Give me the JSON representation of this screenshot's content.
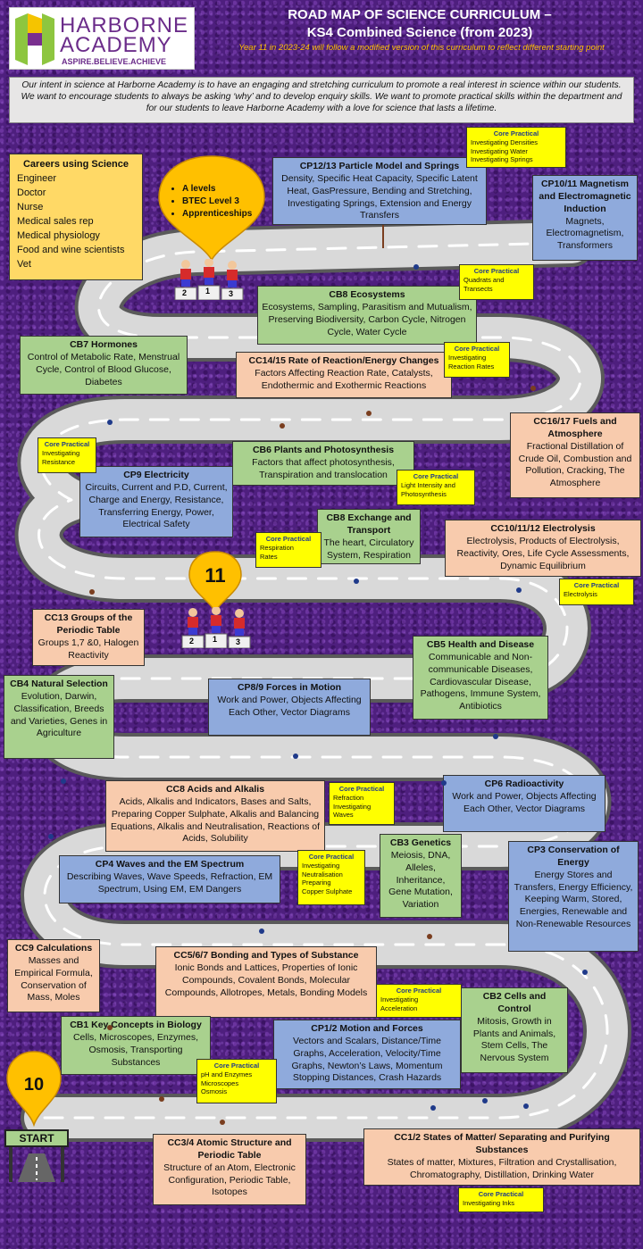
{
  "header": {
    "logo_name": "HARBORNE",
    "logo_sub": "ACADEMY",
    "logo_tagline": "ASPIRE.BELIEVE.ACHIEVE",
    "title_line1": "ROAD MAP OF SCIENCE CURRICULUM –",
    "title_line2": "KS4 Combined Science (from 2023)",
    "subtitle": "Year 11 in 2023-24 will follow a modified version of this curriculum to reflect different starting point"
  },
  "intent": "Our intent in science at Harborne Academy is to have an engaging and stretching curriculum to promote a real interest in science within our students. We want to encourage students to always be asking ‘why’ and to develop enquiry skills.  We want to promote practical skills within the department and for our students to leave Harborne Academy with a love for science that lasts a lifetime.",
  "careers": {
    "title": "Careers using Science",
    "items": [
      "Engineer",
      "Doctor",
      "Nurse",
      "Medical sales rep",
      "Medical physiology",
      "Food and wine scientists",
      "Vet"
    ]
  },
  "goals": [
    "A levels",
    "BTEC Level 3",
    "Apprenticeships"
  ],
  "markers": {
    "year11": "11",
    "year10": "10",
    "start": "START"
  },
  "podium": {
    "first": "1",
    "second": "2",
    "third": "3"
  },
  "colors": {
    "blue": "#8faadc",
    "green": "#a9d18e",
    "peach": "#f8cbad",
    "yellow": "#ffff00",
    "orange": "#ffc000",
    "purple": "#4e1f7e"
  },
  "topics": [
    {
      "title": "CP12/13 Particle Model and Springs",
      "body": "Density, Specific Heat Capacity, Specific Latent Heat, GasPressure, Bending and Stretching, Investigating Springs, Extension and Energy Transfers"
    },
    {
      "title": "CP10/11 Magnetism and Electromagnetic Induction",
      "body": "Magnets, Electromagnetism, Transformers"
    },
    {
      "title": "CB8 Ecosystems",
      "body": "Ecosystems, Sampling, Parasitism and Mutualism, Preserving Biodiversity, Carbon Cycle, Nitrogen Cycle, Water Cycle"
    },
    {
      "title": "CB7 Hormones",
      "body": "Control of Metabolic Rate, Menstrual Cycle, Control of Blood Glucose, Diabetes"
    },
    {
      "title": "CC14/15 Rate of Reaction/Energy Changes",
      "body": "Factors Affecting Reaction Rate, Catalysts, Endothermic and Exothermic Reactions"
    },
    {
      "title": "CC16/17 Fuels and Atmosphere",
      "body": "Fractional Distillation of Crude Oil, Combustion and Pollution, Cracking, The Atmosphere"
    },
    {
      "title": "CB6 Plants and Photosynthesis",
      "body": "Factors that affect photosynthesis, Transpiration and translocation"
    },
    {
      "title": "CP9 Electricity",
      "body": "Circuits, Current and P.D, Current, Charge and Energy, Resistance, Transferring Energy, Power, Electrical Safety"
    },
    {
      "title": "CB8 Exchange and Transport",
      "body": "The heart, Circulatory System, Respiration"
    },
    {
      "title": "CC10/11/12 Electrolysis",
      "body": "Electrolysis, Products of Electrolysis, Reactivity, Ores, Life Cycle Assessments, Dynamic Equilibrium"
    },
    {
      "title": "CC13 Groups of the Periodic Table",
      "body": "Groups 1,7 &0, Halogen Reactivity"
    },
    {
      "title": "CB5 Health and Disease",
      "body": "Communicable and Non-communicable Diseases, Cardiovascular Disease, Pathogens, Immune System, Antibiotics"
    },
    {
      "title": "CB4 Natural Selection",
      "body": "Evolution, Darwin, Classification, Breeds and Varieties, Genes in Agriculture"
    },
    {
      "title": "CP8/9 Forces in Motion",
      "body": "Work and Power, Objects Affecting Each Other, Vector Diagrams"
    },
    {
      "title": "CC8 Acids and Alkalis",
      "body": "Acids, Alkalis and Indicators, Bases and Salts, Preparing Copper Sulphate, Alkalis and Balancing Equations, Alkalis and Neutralisation, Reactions of Acids, Solubility"
    },
    {
      "title": "CP6 Radioactivity",
      "body": "Work and Power, Objects Affecting Each Other, Vector Diagrams"
    },
    {
      "title": "CB3 Genetics",
      "body": "Meiosis, DNA, Alleles, Inheritance, Gene Mutation, Variation"
    },
    {
      "title": "CP4 Waves and the EM Spectrum",
      "body": "Describing Waves, Wave Speeds, Refraction, EM Spectrum, Using EM, EM Dangers"
    },
    {
      "title": "CP3 Conservation of Energy",
      "body": "Energy Stores and Transfers, Energy Efficiency, Keeping Warm, Stored, Energies, Renewable and Non-Renewable Resources"
    },
    {
      "title": "CC9 Calculations",
      "body": "Masses and Empirical Formula, Conservation of Mass, Moles"
    },
    {
      "title": "CC5/6/7 Bonding and Types of Substance",
      "body": "Ionic Bonds and Lattices, Properties of Ionic Compounds, Covalent Bonds, Molecular Compounds, Allotropes, Metals, Bonding Models"
    },
    {
      "title": "CB2 Cells and Control",
      "body": "Mitosis, Growth in Plants and Animals, Stem Cells, The Nervous System"
    },
    {
      "title": "CB1 Key Concepts in Biology",
      "body": "Cells, Microscopes, Enzymes, Osmosis, Transporting Substances"
    },
    {
      "title": "CP1/2 Motion and Forces",
      "body": "Vectors and Scalars, Distance/Time Graphs, Acceleration, Velocity/Time Graphs, Newton’s Laws, Momentum Stopping Distances, Crash Hazards"
    },
    {
      "title": "CC3/4 Atomic Structure and Periodic Table",
      "body": "Structure of an Atom, Electronic Configuration, Periodic Table, Isotopes"
    },
    {
      "title": "CC1/2 States of Matter/ Separating and Purifying Substances",
      "body": "States of matter, Mixtures, Filtration and Crystallisation, Chromatography, Distillation, Drinking Water"
    }
  ],
  "practicals": [
    {
      "title": "Core Practical",
      "lines": [
        "Investigating Densities",
        "Investigating Water",
        "Investigating Springs"
      ]
    },
    {
      "title": "Core Practical",
      "lines": [
        "Quadrats and",
        "Transects"
      ]
    },
    {
      "title": "Core Practical",
      "lines": [
        "Investigating",
        "Reaction Rates"
      ]
    },
    {
      "title": "Core Practical",
      "lines": [
        "Investigating",
        "Resistance"
      ]
    },
    {
      "title": "Core Practical",
      "lines": [
        "Light Intensity and",
        "Photosynthesis"
      ]
    },
    {
      "title": "Core Practical",
      "lines": [
        "Respiration",
        "Rates"
      ]
    },
    {
      "title": "Core Practical",
      "lines": [
        "Electrolysis"
      ]
    },
    {
      "title": "Core Practical",
      "lines": [
        "Refraction",
        "Investigating",
        "Waves"
      ]
    },
    {
      "title": "Core Practical",
      "lines": [
        "Investigating",
        "Neutralisation",
        "Preparing",
        "Copper Sulphate"
      ]
    },
    {
      "title": "Core Practical",
      "lines": [
        "Investigating",
        "Acceleration"
      ]
    },
    {
      "title": "Core Practical",
      "lines": [
        "pH and Enzymes",
        "Microscopes",
        "Osmosis"
      ]
    },
    {
      "title": "Core Practical",
      "lines": [
        "Investigating Inks"
      ]
    }
  ]
}
